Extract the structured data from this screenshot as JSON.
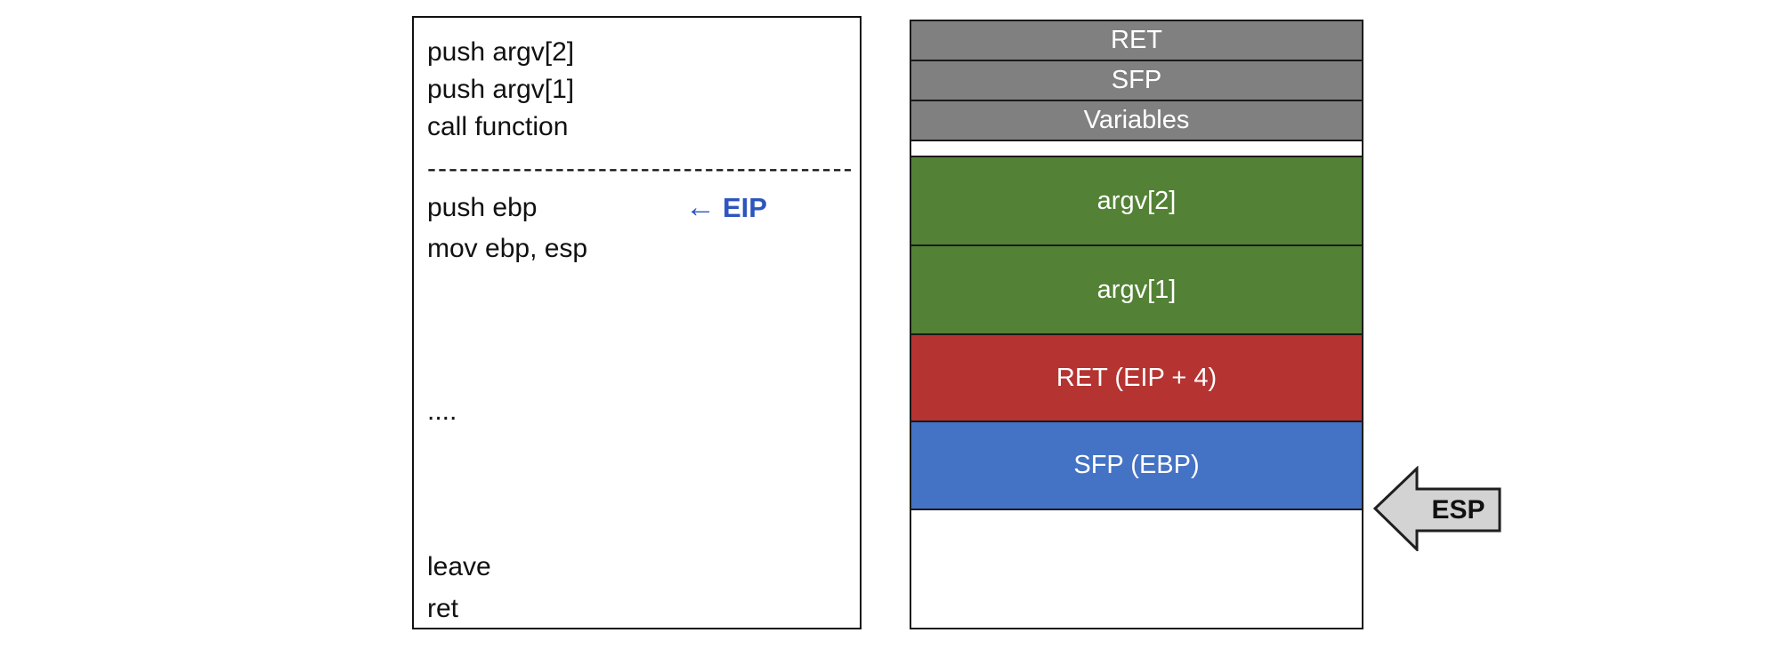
{
  "code_panel": {
    "lines": [
      {
        "text": "push argv[2]"
      },
      {
        "text": "push argv[1]"
      },
      {
        "text": "call function"
      },
      {
        "text": "----------------------------------------"
      },
      {
        "text": "push ebp"
      },
      {
        "text": "mov ebp, esp"
      },
      {
        "text": "...."
      },
      {
        "text": "leave"
      },
      {
        "text": "ret"
      }
    ],
    "eip_pointer": {
      "arrow": "←",
      "label": "EIP"
    }
  },
  "stack_panel": {
    "rows": [
      {
        "label": "RET",
        "type": "caller-frame"
      },
      {
        "label": "SFP",
        "type": "caller-frame"
      },
      {
        "label": "Variables",
        "type": "caller-frame"
      },
      {
        "label": "",
        "type": "gap"
      },
      {
        "label": "argv[2]",
        "type": "argument"
      },
      {
        "label": "argv[1]",
        "type": "argument"
      },
      {
        "label": "RET (EIP + 4)",
        "type": "return-address"
      },
      {
        "label": "SFP (EBP)",
        "type": "saved-frame-pointer"
      },
      {
        "label": "",
        "type": "empty"
      }
    ]
  },
  "esp_pointer": {
    "label": "ESP"
  },
  "colors": {
    "caller_frame_gray": "#808080",
    "argument_green": "#538135",
    "return_red": "#b53331",
    "sfp_blue": "#4472c4",
    "eip_text_blue": "#2d55be",
    "esp_arrow_fill": "#d3d3d3",
    "outline_black": "#1a1a1a"
  }
}
